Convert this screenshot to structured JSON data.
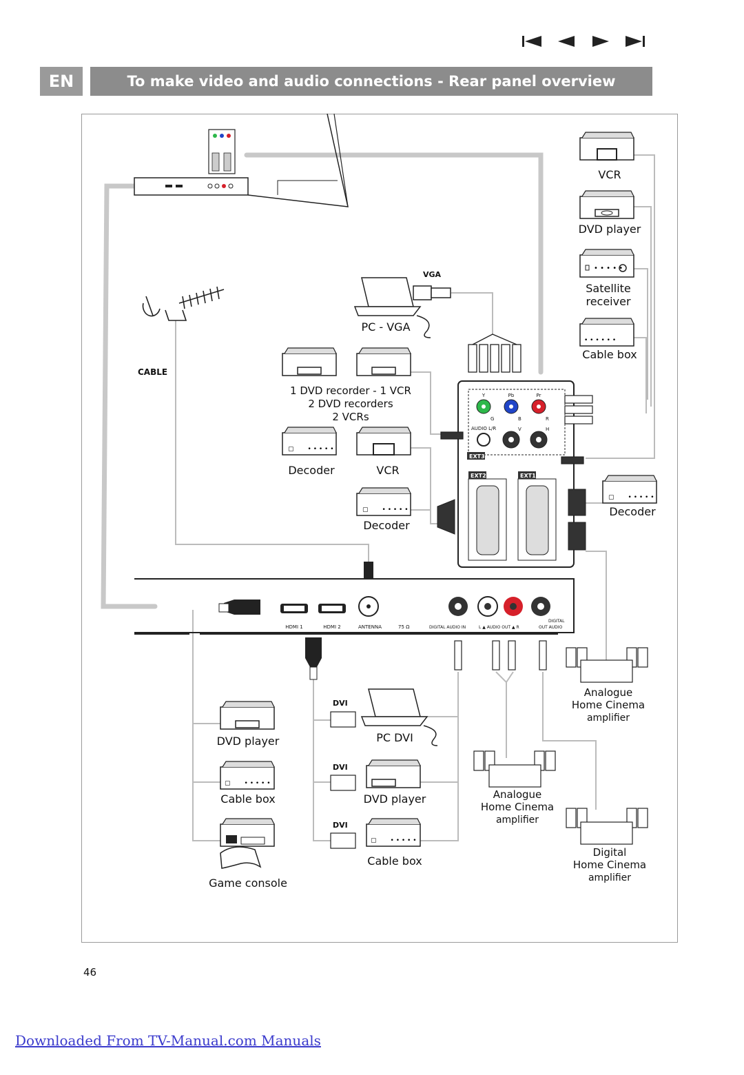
{
  "header": {
    "lang_badge": "EN",
    "title": "To make video and audio connections - Rear panel overview",
    "nav_icons": [
      "first-page-icon",
      "previous-page-icon",
      "next-page-icon",
      "last-page-icon"
    ]
  },
  "devices": {
    "vcr_top": "VCR",
    "dvd_player_top": "DVD player",
    "satellite_receiver_1": "Satellite",
    "satellite_receiver_2": "receiver",
    "cable_box_top": "Cable box",
    "pc_vga": "PC - VGA",
    "vga_tag": "VGA",
    "cable_tag": "CABLE",
    "recorder_1": "1 DVD recorder - 1 VCR",
    "recorder_2": "2 DVD recorders",
    "recorder_3": "2 VCRs",
    "decoder_left": "Decoder",
    "vcr_mid": "VCR",
    "decoder_mid": "Decoder",
    "decoder_right": "Decoder",
    "dvi_tag": "DVI",
    "pc_dvi": "PC DVI",
    "dvd_player_bottom_left": "DVD player",
    "cable_box_bottom_left": "Cable box",
    "game_console": "Game console",
    "dvd_player_bottom_mid": "DVD player",
    "cable_box_bottom_mid": "Cable box",
    "analogue_hc_a_1": "Analogue",
    "analogue_hc_a_2": "Home Cinema",
    "analogue_hc_a_3": "amplifier",
    "analogue_hc_b_1": "Analogue",
    "analogue_hc_b_2": "Home Cinema",
    "analogue_hc_b_3": "amplifier",
    "digital_hc_1": "Digital",
    "digital_hc_2": "Home Cinema",
    "digital_hc_3": "amplifier"
  },
  "panel": {
    "ext3": "EXT3",
    "ext2": "EXT2",
    "ext1": "EXT1",
    "y": "Y",
    "pb": "Pb",
    "pr": "Pr",
    "g": "G",
    "b": "B",
    "r": "R",
    "v": "V",
    "h": "H",
    "audio_lr": "AUDIO L/R",
    "hdmi1": "HDMI 1",
    "hdmi2": "HDMI 2",
    "antenna": "ANTENNA",
    "ohm": "75 Ω",
    "digital_audio_in": "DIGITAL AUDIO IN",
    "audio_out": "L ▲ AUDIO OUT ▲ R",
    "digital_out_1": "DIGITAL",
    "digital_out_2": "OUT AUDIO"
  },
  "colors": {
    "cable_gray": "#c8c8c8",
    "jack_green": "#2db84a",
    "jack_blue": "#2045c8",
    "jack_red": "#d6202a",
    "title_bg": "#8c8c8c"
  },
  "footer": {
    "page_number": "46",
    "link_text": "Downloaded From TV-Manual.com Manuals"
  }
}
